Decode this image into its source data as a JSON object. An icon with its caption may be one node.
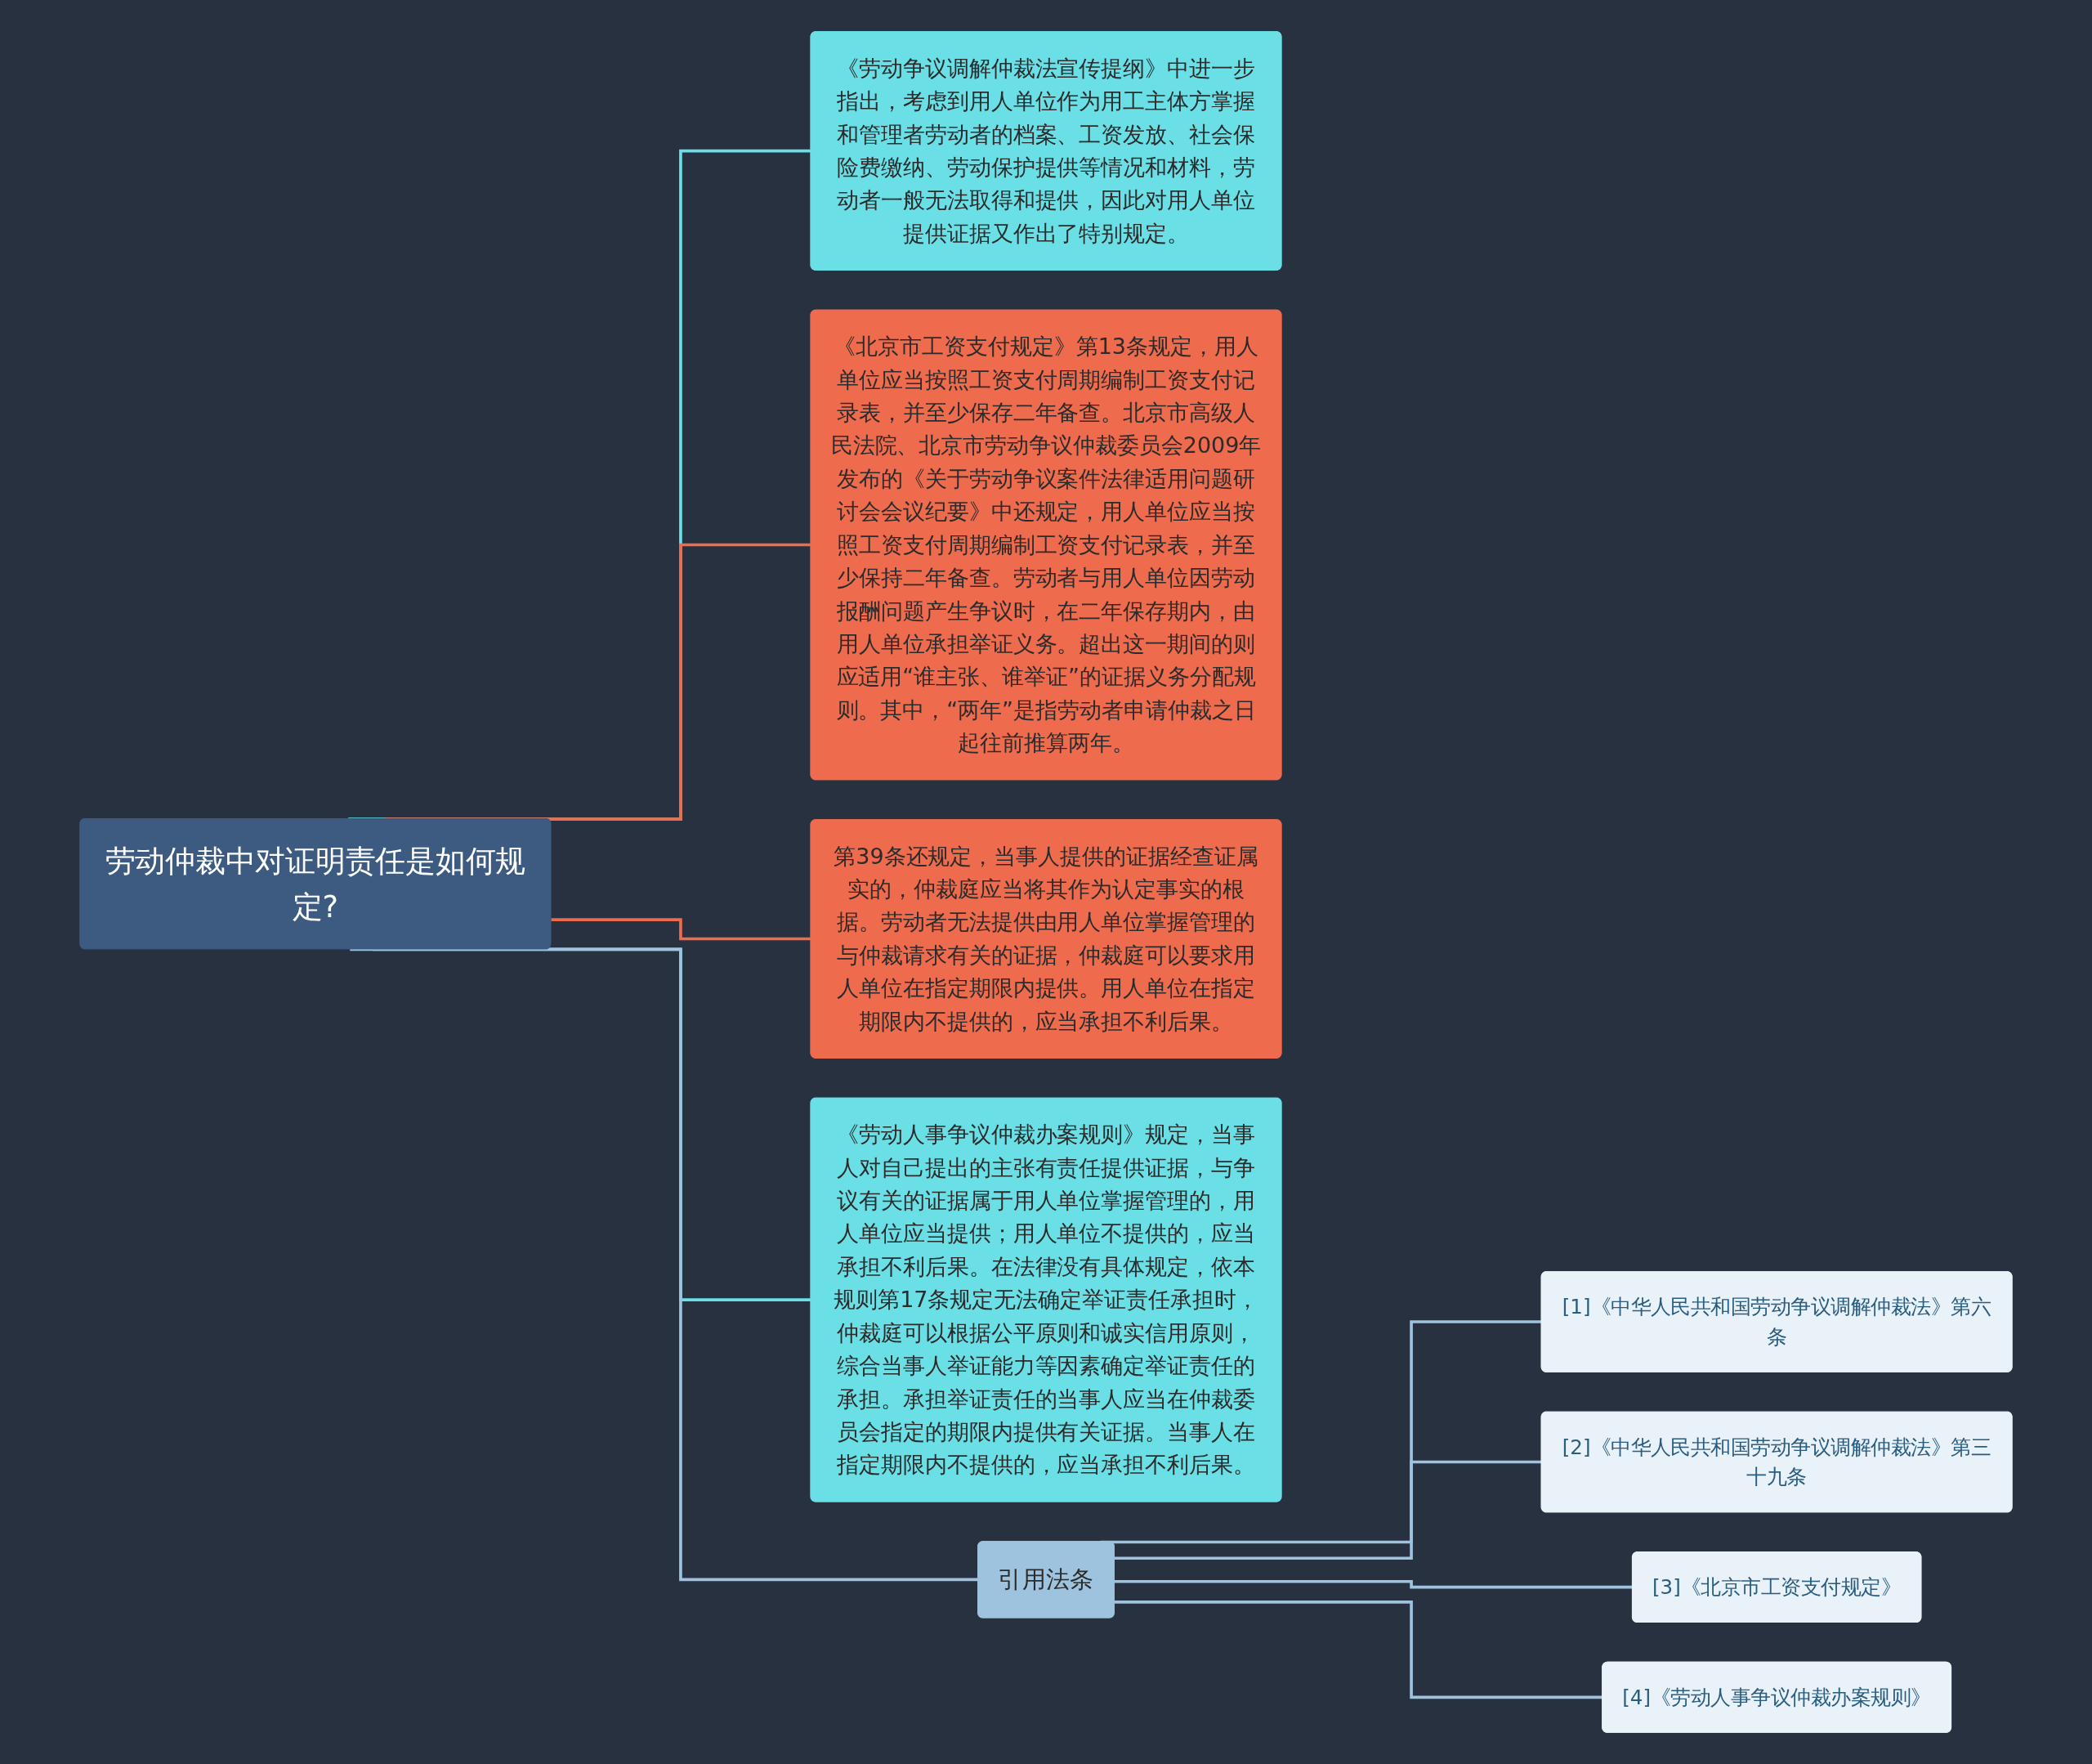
{
  "diagram": {
    "nodes": [
      {
        "text": [
          "劳动仲裁中对证明责任是如何规定?"
        ]
      },
      {
        "text": [
          "《劳动争议调解仲裁法宣传提纲》中进一步指出，考虑到用人单位作为用工主体方掌握和管理者劳动者的档案、工资发放、社会保险费缴纳、劳动保护提供等情况和材料，劳动者一般无法取得和提供，因此对用人单位提供证据又作出了特别规定。"
        ]
      },
      {
        "text": [
          "《北京市工资支付规定》第13条规定，用人单位应当按照工资支付周期编制工资支付记录表，并至少保存二年备查。北京市高级人民法院、北京市劳动争议仲裁委员会2009年发布的《关于劳动争议案件法律适用问题研讨会会议纪要》中还规定，用人单位应当按照工资支付周期编制工资支付记录表，并至少保持二年备查。劳动者与用人单位因劳动报酬问题产生争议时，在二年保存期内，由用人单位承担举证义务。超出这一期间的则应适用“谁主张、谁举证”的证据义务分配规则。其中，“两年”是指劳动者申请仲裁之日起往前推算两年。"
        ]
      },
      {
        "text": [
          "第39条还规定，当事人提供的证据经查证属实的，仲裁庭应当将其作为认定事实的根据。劳动者无法提供由用人单位掌握管理的与仲裁请求有关的证据，仲裁庭可以要求用人单位在指定期限内提供。用人单位在指定期限内不提供的，应当承担不利后果。"
        ]
      },
      {
        "text": [
          "《劳动人事争议仲裁办案规则》规定，当事人对自己提出的主张有责任提供证据，与争议有关的证据属于用人单位掌握管理的，用人单位应当提供；用人单位不提供的，应当承担不利后果。在法律没有具体规定，依本规则第17条规定无法确定举证责任承担时，仲裁庭可以根据公平原则和诚实信用原则，综合当事人举证能力等因素确定举证责任的承担。承担举证责任的当事人应当在仲裁委员会指定的期限内提供有关证据。当事人在指定期限内不提供的，应当承担不利后果。"
        ]
      },
      {
        "text": [
          "引用法条"
        ]
      },
      {
        "text": [
          "[1]《中华人民共和国劳动争议调解仲裁法》第六条"
        ]
      },
      {
        "text": [
          "[2]《中华人民共和国劳动争议调解仲裁法》第三十九条"
        ]
      },
      {
        "text": [
          "[3]《北京市工资支付规定》"
        ]
      },
      {
        "text": [
          "[4]《劳动人事争议仲裁办案规则》"
        ]
      }
    ],
    "edges": [
      {
        "from": 0,
        "to": 1,
        "arrow": "none",
        "color": "#6adfe6"
      },
      {
        "from": 0,
        "to": 2,
        "arrow": "none",
        "color": "#ee6b4d"
      },
      {
        "from": 0,
        "to": 3,
        "arrow": "none",
        "color": "#ee6b4d"
      },
      {
        "from": 0,
        "to": 4,
        "arrow": "none",
        "color": "#6adfe6"
      },
      {
        "from": 0,
        "to": 5,
        "arrow": "none"
      },
      {
        "from": 5,
        "to": 6,
        "arrow": "none"
      },
      {
        "from": 5,
        "to": 7,
        "arrow": "none"
      },
      {
        "from": 5,
        "to": 8,
        "arrow": "none"
      },
      {
        "from": 5,
        "to": 9,
        "arrow": "none"
      }
    ]
  }
}
